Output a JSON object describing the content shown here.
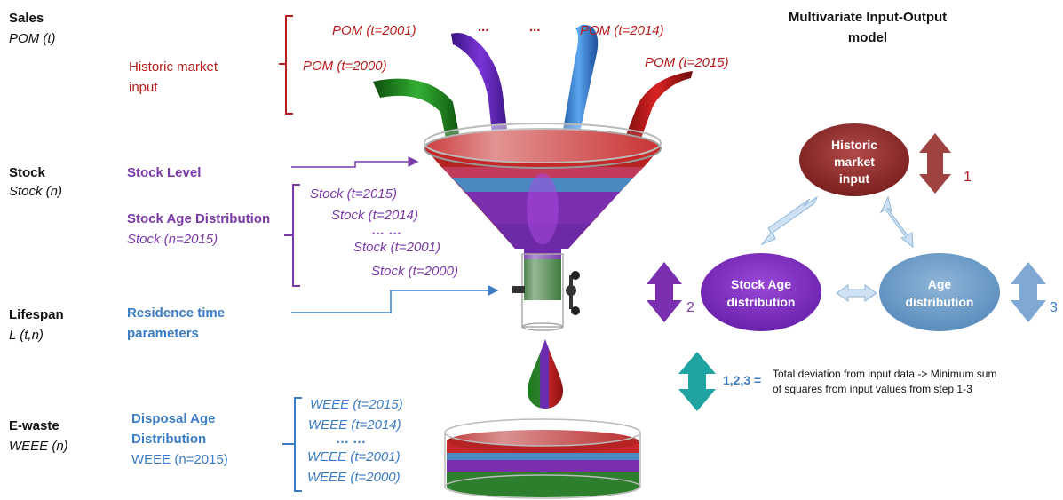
{
  "colors": {
    "red": "#b71c1c",
    "purple": "#7b3aa8",
    "blue": "#3b7cc4",
    "teal": "#1fa3a3"
  },
  "left_column": {
    "sales": {
      "title": "Sales",
      "symbol": "POM (t)"
    },
    "stock": {
      "title": "Stock",
      "symbol": "Stock (n)"
    },
    "lifespan": {
      "title": "Lifespan",
      "symbol": "L (t,n)"
    },
    "ewaste": {
      "title": "E-waste",
      "symbol": "WEEE (n)"
    }
  },
  "labels": {
    "historic_market_input": [
      "Historic market",
      "input"
    ],
    "stock_level": "Stock Level",
    "stock_age_distribution": "Stock Age Distribution",
    "stock_n2015": "Stock (n=2015)",
    "residence_time": [
      "Residence time",
      "parameters"
    ],
    "disposal_age_distribution": [
      "Disposal Age",
      "Distribution"
    ],
    "weee_n2015": "WEEE (n=2015)"
  },
  "pom_labels": {
    "t2001": "POM (t=2001)",
    "t2000": "POM (t=2000)",
    "dots1": "...",
    "dots2": "...",
    "t2014": "POM (t=2014)",
    "t2015": "POM (t=2015)"
  },
  "stock_list": [
    "Stock (t=2015)",
    "Stock (t=2014)",
    "… …",
    "Stock (t=2001)",
    "Stock (t=2000)"
  ],
  "weee_list": [
    "WEEE (t=2015)",
    "WEEE (t=2014)",
    "… …",
    "WEEE (t=2001)",
    "WEEE (t=2000)"
  ],
  "model": {
    "title": [
      "Multivariate Input-Output",
      "model"
    ],
    "nodes": {
      "historic": [
        "Historic",
        "market",
        "input"
      ],
      "stock_age": [
        "Stock Age",
        "distribution"
      ],
      "age": [
        "Age",
        "distribution"
      ]
    },
    "step_numbers": {
      "one": "1",
      "two": "2",
      "three": "3"
    },
    "total_label": "1,2,3 =",
    "total_text": [
      "Total deviation from input data -> Minimum sum",
      "of squares from input values from step 1-3"
    ]
  }
}
